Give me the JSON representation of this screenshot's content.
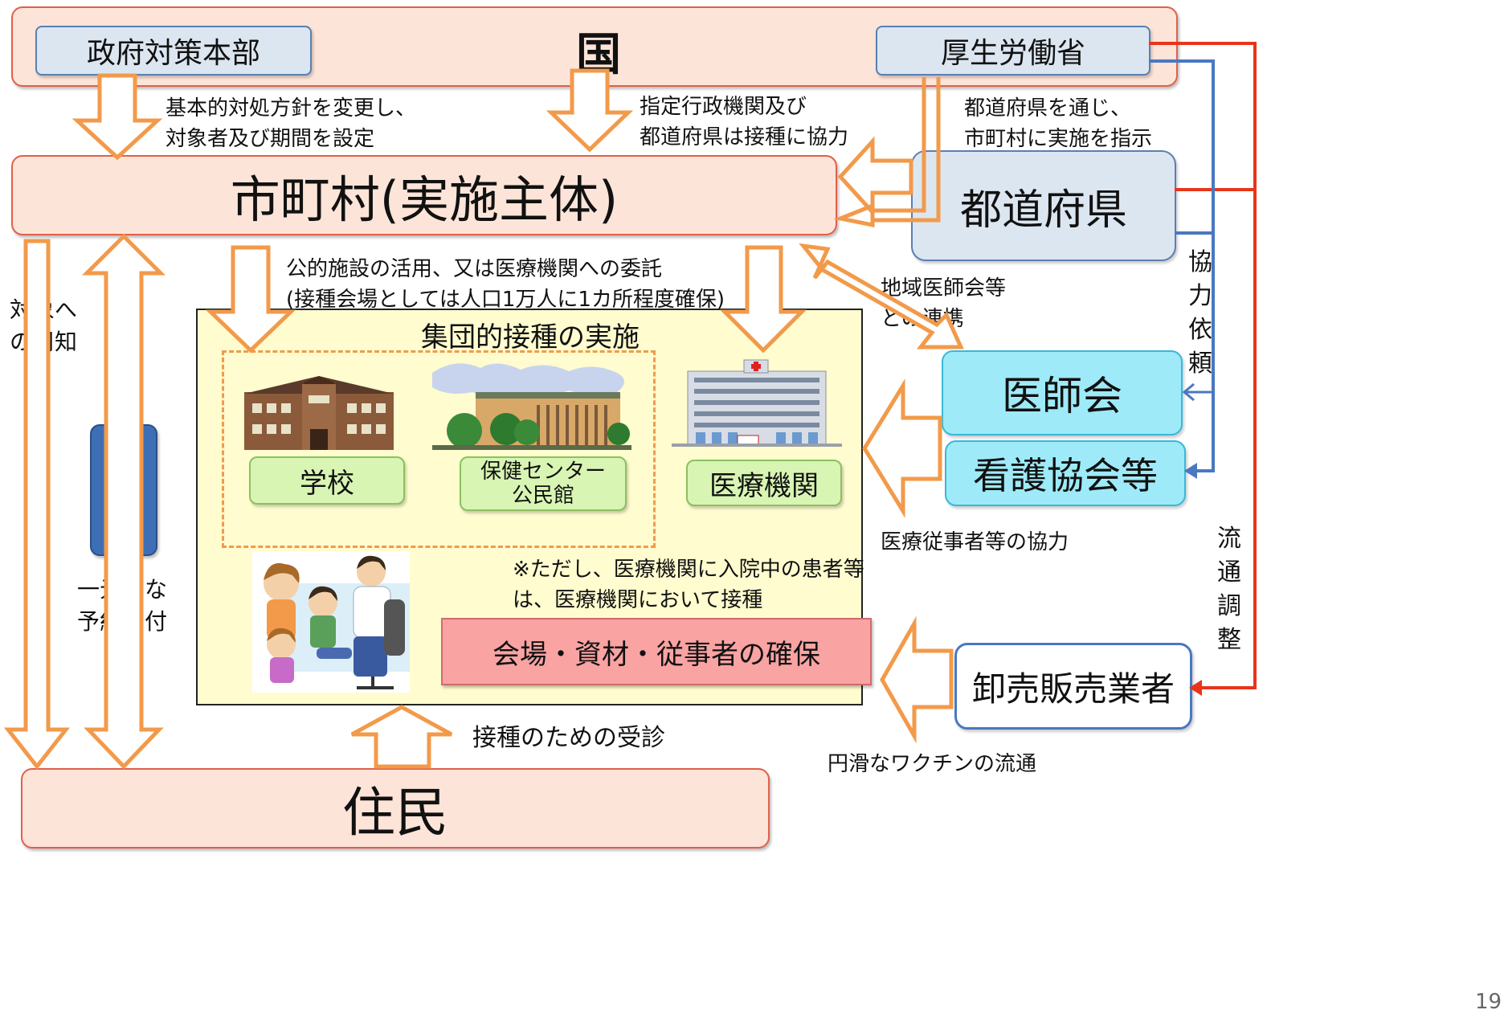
{
  "national": {
    "title": "国",
    "hq": "政府対策本部",
    "ministry": "厚生労働省"
  },
  "notes": {
    "hq_policy": [
      "基本的対処方針を変更し、",
      "対象者及び期間を設定"
    ],
    "designated": [
      "指定行政機関及び",
      "都道府県は接種に協力"
    ],
    "prefecture_instruct": [
      "都道府県を通じ、",
      "市町村に実施を指示"
    ],
    "facilities": [
      "公的施設の活用、又は医療機関への委託",
      "(接種会場としては人口1万人に1カ所程度確保)"
    ],
    "medical_assoc_link": [
      "地域医師会等",
      "との連携"
    ],
    "target_notice": [
      "対象へ",
      "の周知"
    ],
    "unified_booking": [
      "一元的な",
      "予約受付"
    ],
    "inpatient": [
      "※ただし、医療機関に入院中の患者等",
      "は、医療機関において接種"
    ],
    "staff_cooperation": "医療従事者等の協力",
    "consultation": "接種のための受診",
    "vaccine_distribution": "円滑なワクチンの流通",
    "cooperation_request": "協力依頼",
    "distribution_coordination": "流通調整"
  },
  "municipality": {
    "title": "市町村(実施主体)"
  },
  "prefecture": {
    "title": "都道府県"
  },
  "residents": {
    "title": "住民"
  },
  "reservation": {
    "label": "予約"
  },
  "mass_vaccination": {
    "title": "集団的接種の実施",
    "school": "学校",
    "health_center": [
      "保健センター",
      "公民館"
    ],
    "medical_institution": "医療機関",
    "secure": "会場・資材・従事者の確保"
  },
  "partners": {
    "medical_association": "医師会",
    "nursing_association": "看護協会等",
    "wholesalers": "卸売販売業者"
  },
  "page_number": "19",
  "colors": {
    "arrow_orange": "#f29a4a",
    "red_line": "#e8351a",
    "blue_line": "#4a78c0",
    "band_fill": "#fde4d8",
    "yellow_area": "#fffccf"
  }
}
